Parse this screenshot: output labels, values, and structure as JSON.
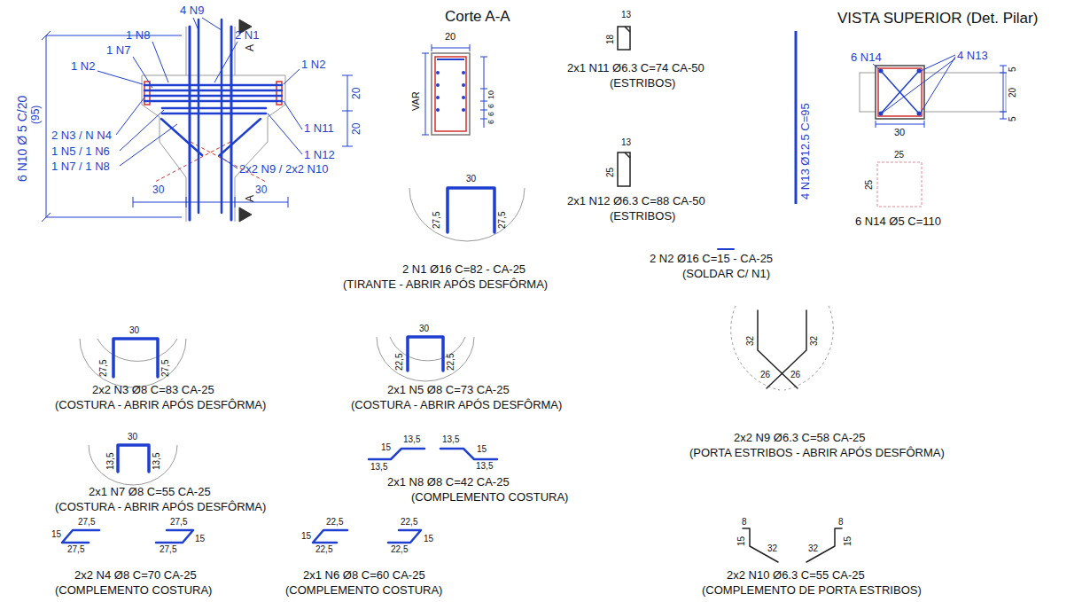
{
  "diagram": {
    "labels": [
      "4 N9",
      "1 N8",
      "1 N7",
      "1 N2",
      "2 N1",
      "1 N2",
      "1 N11",
      "1 N12",
      "2x2 N9 / 2x2 N10",
      "2 N3 / N N4",
      "1 N5 / 1 N6",
      "1 N7 / 1 N8",
      "30",
      "30",
      "6 N10 Ø 5 C/20",
      "(95)",
      "20",
      "20",
      "A",
      "A",
      "Corte A-A",
      "20",
      "VAR",
      "10",
      "6",
      "6",
      "6",
      "13",
      "18",
      "2x1 N11 Ø6.3 C=74 CA-50",
      "(ESTRIBOS)",
      "13",
      "25",
      "2x1 N12 Ø6.3 C=88 CA-50",
      "(ESTRIBOS)",
      "4 N13 Ø12.5 C=95",
      "VISTA SUPERIOR (Det. Pilar)",
      "6 N14",
      "4 N13",
      "5",
      "20",
      "5",
      "30",
      "25",
      "25",
      "6 N14 Ø5 C=110",
      "30",
      "27,5",
      "27,5",
      "2 N1 Ø16 C=82 - CA-25",
      "(TIRANTE - ABRIR APÓS DESFÔRMA)",
      "2 N2 Ø16 C=15 - CA-25",
      "(SOLDAR C/ N1)",
      "30",
      "27,5",
      "27,5",
      "2x2 N3 Ø8 C=83 CA-25",
      "(COSTURA - ABRIR APÓS DESFÔRMA)",
      "30",
      "22,5",
      "22,5",
      "2x1 N5 Ø8 C=73 CA-25",
      "(COSTURA - ABRIR APÓS DESFÔRMA)",
      "32",
      "32",
      "26",
      "26",
      "2x2 N9 Ø6.3 C=58 CA-25",
      "(PORTA ESTRIBOS - ABRIR APÓS DESFÔRMA)",
      "30",
      "13,5",
      "13,5",
      "2x1 N7 Ø8 C=55 CA-25",
      "(COSTURA - ABRIR APÓS DESFÔRMA)",
      "15",
      "13,5",
      "13,5",
      "13,5",
      "13,5",
      "15",
      "2x1 N8 Ø8 C=42 CA-25",
      "(COMPLEMENTO COSTURA)",
      "8",
      "15",
      "32",
      "8",
      "15",
      "32",
      "2x2 N10 Ø6.3 C=55 CA-25",
      "(COMPLEMENTO DE PORTA ESTRIBOS)",
      "15",
      "27,5",
      "27,5",
      "27,5",
      "27,5",
      "15",
      "2x2 N4 Ø8 C=70 CA-25",
      "(COMPLEMENTO COSTURA)",
      "15",
      "22,5",
      "22,5",
      "22,5",
      "22,5",
      "15",
      "2x1 N6 Ø8 C=60 CA-25",
      "(COMPLEMENTO COSTURA)"
    ]
  }
}
